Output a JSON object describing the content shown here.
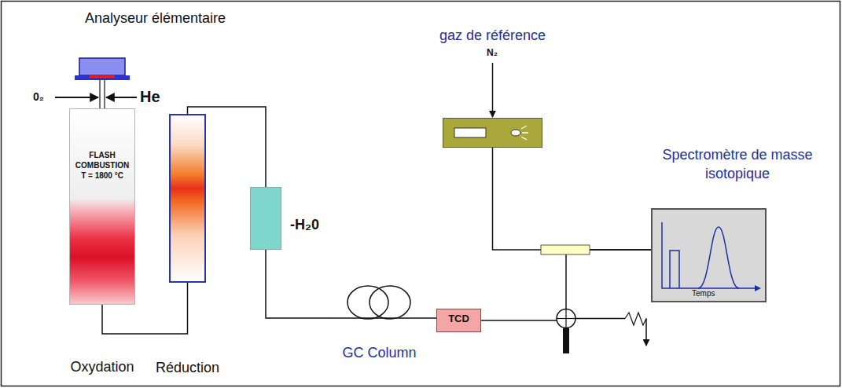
{
  "diagram": {
    "nodes": [
      {
        "text": [
          "FLASH COMBUSTION T = 1800 °C",
          "Oxydation"
        ]
      },
      {
        "text": [
          "Réduction"
        ]
      },
      {
        "text": [
          "-H₂0"
        ]
      },
      {
        "text": [
          "GC Column"
        ]
      },
      {
        "text": [
          "TCD"
        ]
      },
      {
        "text": [
          "gaz de référence"
        ]
      },
      {
        "text": [
          "Spectromètre de masse isotopique",
          "Temps"
        ]
      }
    ],
    "edges": [
      {
        "from": 0,
        "to": 1,
        "arrow": "none"
      },
      {
        "from": 1,
        "to": 2,
        "arrow": "none"
      },
      {
        "from": 2,
        "to": 3,
        "arrow": "none"
      },
      {
        "from": 3,
        "to": 4,
        "arrow": "none"
      },
      {
        "from": 4,
        "to": 6,
        "arrow": "none"
      },
      {
        "from": 5,
        "to": 6,
        "arrow": "none"
      }
    ],
    "labels": [
      "Analyseur élémentaire",
      "0₂",
      "He",
      "N₂"
    ]
  }
}
